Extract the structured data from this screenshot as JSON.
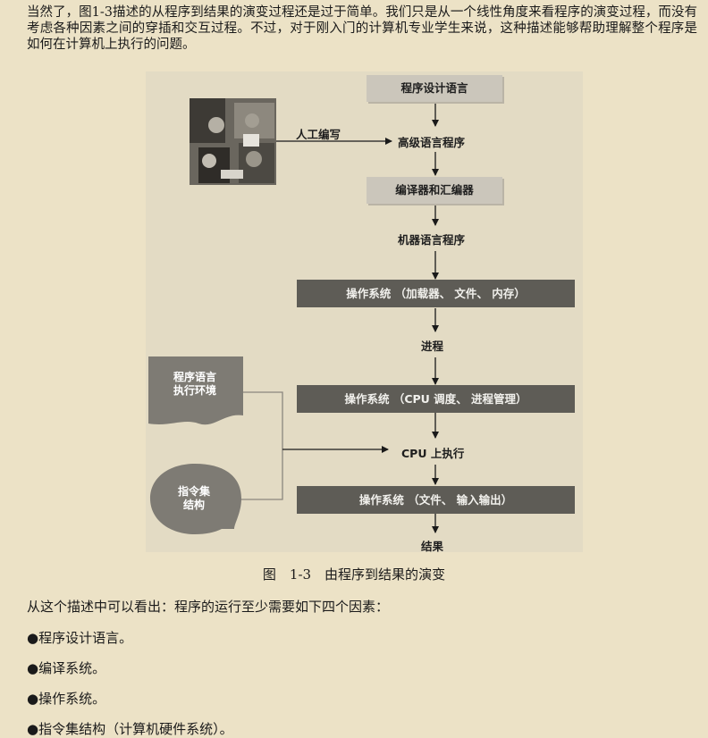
{
  "paragraph": "当然了，图1-3描述的从程序到结果的演变过程还是过于简单。我们只是从一个线性角度来看程序的演变过程，而没有考虑各种因素之间的穿插和交互过程。不过，对于刚入门的计算机专业学生来说，这种描述能够帮助理解整个程序是如何在计算机上执行的问题。",
  "figure": {
    "box_programming_language": "程序设计语言",
    "label_manual_writing": "人工编写",
    "label_high_level_program": "高级语言程序",
    "box_compiler": "编译器和汇编器",
    "label_machine_program": "机器语言程序",
    "box_os_loader": "操作系统 （加载器、 文件、 内存）",
    "label_process": "进程",
    "box_os_cpu": "操作系统 （CPU 调度、 进程管理）",
    "label_cpu_exec": "CPU 上执行",
    "box_os_io": "操作系统 （文件、 输入输出）",
    "label_result": "结果",
    "side_runtime_line1": "程序语言",
    "side_runtime_line2": "执行环境",
    "side_isa_line1": "指令集",
    "side_isa_line2": "结构"
  },
  "caption": "图　1-3　由程序到结果的演变",
  "intro": "从这个描述中可以看出：程序的运行至少需要如下四个因素：",
  "bullets": [
    "●程序设计语言。",
    "●编译系统。",
    "●操作系统。",
    "●指令集结构（计算机硬件系统）。"
  ]
}
